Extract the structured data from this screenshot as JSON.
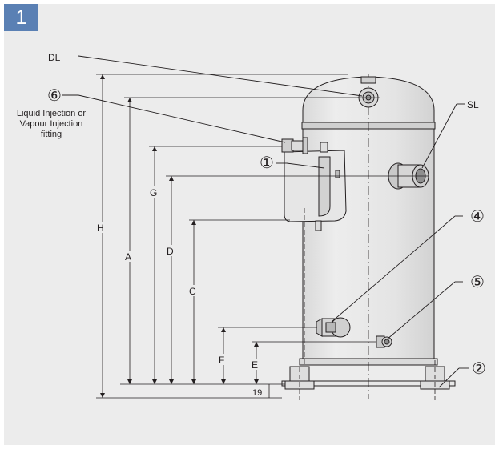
{
  "figure_number": "1",
  "labels": {
    "DL": "DL",
    "SL": "SL",
    "injection_fitting_num": "⑥",
    "injection_line1": "Liquid Injection or",
    "injection_line2": "Vapour Injection",
    "injection_line3": "fitting",
    "item1": "①",
    "item2": "②",
    "item4": "④",
    "item5": "⑤"
  },
  "dimensions": {
    "H": "H",
    "A": "A",
    "G": "G",
    "D": "D",
    "C": "C",
    "F": "F",
    "E": "E",
    "base_value": "19"
  },
  "colors": {
    "panel_bg": "#ececec",
    "badge_bg": "#5a80b4",
    "body_fill": "#e2e2e2",
    "line": "#231f20"
  }
}
